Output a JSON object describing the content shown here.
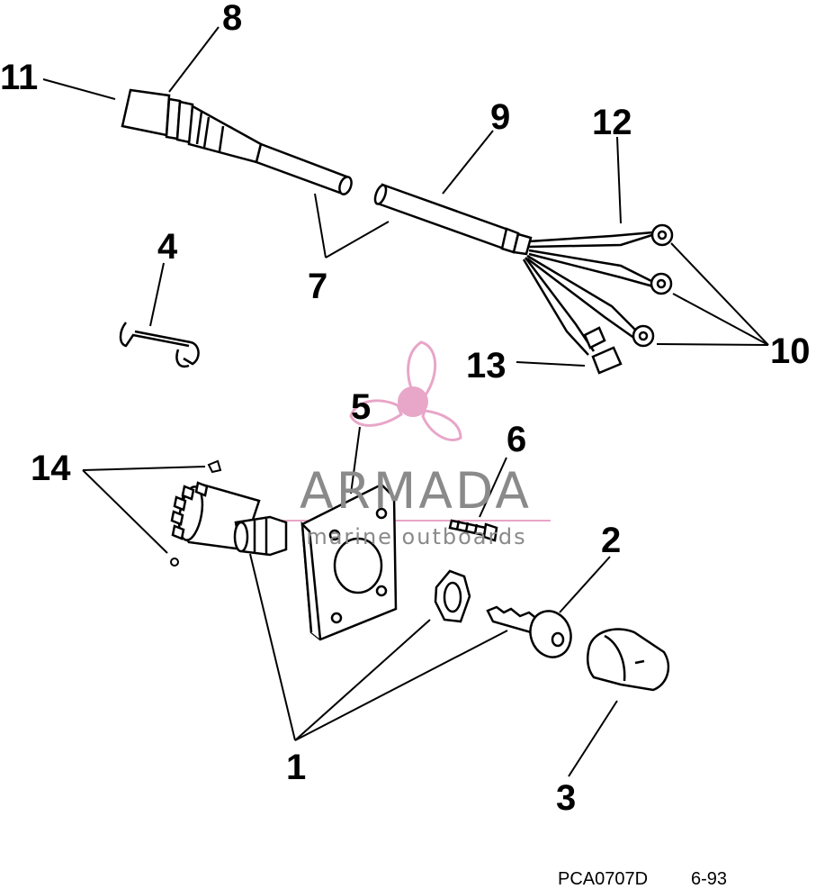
{
  "callouts": {
    "c1": "1",
    "c2": "2",
    "c3": "3",
    "c4": "4",
    "c5": "5",
    "c6": "6",
    "c7": "7",
    "c8": "8",
    "c9": "9",
    "c10": "10",
    "c11": "11",
    "c12": "12",
    "c13": "13",
    "c14": "14"
  },
  "watermark": {
    "word": "ARMADA",
    "sub": "marine outboards",
    "accent": "#e8a6c8",
    "text_color": "#8a8a8a"
  },
  "footer": {
    "ref": "PCA0707D",
    "date": "6-93"
  }
}
